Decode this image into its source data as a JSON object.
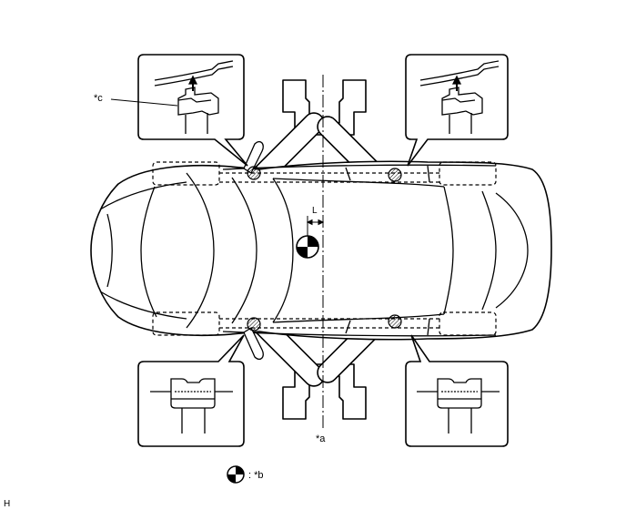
{
  "labels": {
    "callout_c": "*c",
    "center_line": "*a",
    "legend_marker": ": *b",
    "offset": "L",
    "corner_code": "H"
  },
  "colors": {
    "line": "#000000",
    "background": "#ffffff"
  },
  "icons": {
    "center_of_gravity": "center-of-gravity-icon"
  }
}
